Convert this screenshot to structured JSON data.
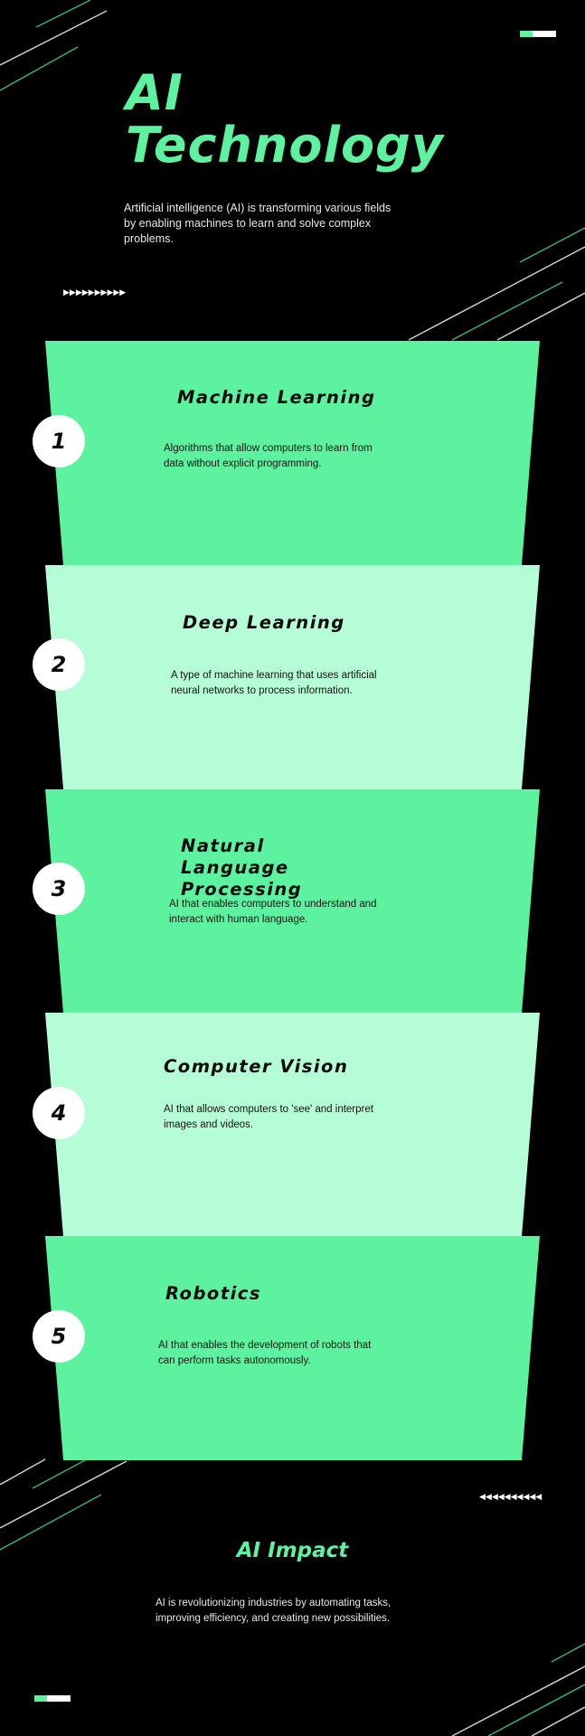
{
  "header": {
    "title_line1": "AI",
    "title_line2": "Technology",
    "intro": "Artificial intelligence (AI) is transforming various fields by enabling machines to learn and solve complex problems."
  },
  "decor": {
    "arrows_right": "▶▶▶▶▶▶▶▶▶▶",
    "arrows_left": "◀◀◀◀◀◀◀◀◀◀"
  },
  "colors": {
    "background": "#000000",
    "accent_green": "#5cf2a0",
    "light_green": "#b5fdd6",
    "white": "#ffffff"
  },
  "steps": [
    {
      "number": "1",
      "title": "Machine Learning",
      "description": "Algorithms that allow computers to learn from data without explicit programming."
    },
    {
      "number": "2",
      "title": "Deep Learning",
      "description": "A type of machine learning that uses artificial neural networks to process information."
    },
    {
      "number": "3",
      "title": "Natural Language Processing",
      "description": "AI that enables computers to understand and interact with human language."
    },
    {
      "number": "4",
      "title": "Computer Vision",
      "description": "AI that allows computers to 'see' and interpret images and videos."
    },
    {
      "number": "5",
      "title": "Robotics",
      "description": "AI that enables the development of robots that can perform tasks autonomously."
    }
  ],
  "impact": {
    "title": "AI Impact",
    "description": "AI is revolutionizing industries by automating tasks, improving efficiency, and creating new possibilities."
  }
}
